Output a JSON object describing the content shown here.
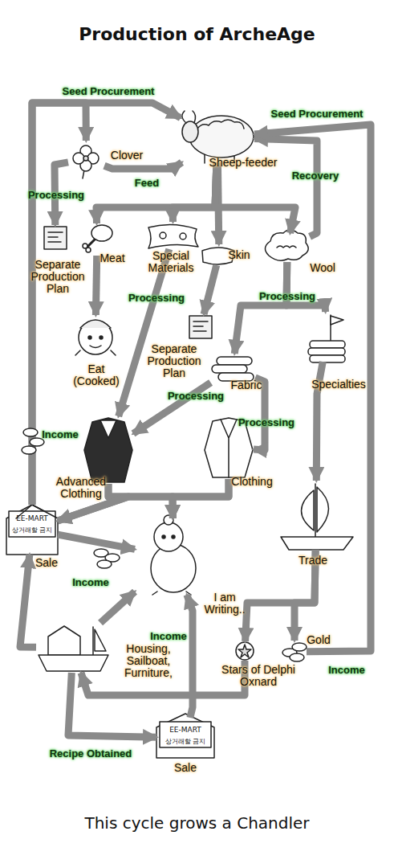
{
  "diagram": {
    "title": "Production of ArcheAge",
    "caption": "This cycle grows a Chandler",
    "nodes": [
      {
        "text": [
          "Clover"
        ]
      },
      {
        "text": [
          "Sheep-feeder"
        ]
      },
      {
        "text": [
          "Separate Production Plan"
        ]
      },
      {
        "text": [
          "Meat"
        ]
      },
      {
        "text": [
          "Special Materials"
        ]
      },
      {
        "text": [
          "Skin"
        ]
      },
      {
        "text": [
          "Wool"
        ]
      },
      {
        "text": [
          "Eat (Cooked)"
        ]
      },
      {
        "text": [
          "Separate Production Plan"
        ]
      },
      {
        "text": [
          "Fabric"
        ]
      },
      {
        "text": [
          "Specialties"
        ]
      },
      {
        "text": [
          "Advanced Clothing"
        ]
      },
      {
        "text": [
          "Clothing"
        ]
      },
      {
        "text": [
          "Trade"
        ]
      },
      {
        "text": [
          "EE-MART",
          "상거래할 금지",
          "Sale"
        ]
      },
      {
        "text": [
          "I am Writing.."
        ]
      },
      {
        "text": [
          "Housing, Sailboat, Furniture,"
        ]
      },
      {
        "text": [
          "Stars of Delphi Oxnard"
        ]
      },
      {
        "text": [
          "Gold"
        ]
      },
      {
        "text": [
          "EE-MART",
          "상거래할 금지",
          "Sale"
        ]
      }
    ],
    "edges": [
      {
        "from": 0,
        "to": 1,
        "arrow": "to",
        "label": "Feed"
      },
      {
        "from": 0,
        "to": 2,
        "arrow": "to",
        "label": "Processing"
      },
      {
        "from": 1,
        "to": 3,
        "arrow": "to"
      },
      {
        "from": 1,
        "to": 4,
        "arrow": "to"
      },
      {
        "from": 1,
        "to": 5,
        "arrow": "to"
      },
      {
        "from": 1,
        "to": 6,
        "arrow": "to"
      },
      {
        "from": 6,
        "to": 1,
        "arrow": "to",
        "label": "Recovery"
      },
      {
        "from": 3,
        "to": 7,
        "arrow": "to"
      },
      {
        "from": 5,
        "to": 8,
        "arrow": "to"
      },
      {
        "from": 4,
        "to": 11,
        "arrow": "to",
        "label": "Processing"
      },
      {
        "from": 6,
        "to": 9,
        "arrow": "to",
        "label": "Processing"
      },
      {
        "from": 6,
        "to": 10,
        "arrow": "to"
      },
      {
        "from": 9,
        "to": 11,
        "arrow": "to",
        "label": "Processing"
      },
      {
        "from": 9,
        "to": 12,
        "arrow": "to",
        "label": "Processing"
      },
      {
        "from": 10,
        "to": 13,
        "arrow": "to"
      },
      {
        "from": 11,
        "to": 15,
        "arrow": "to"
      },
      {
        "from": 12,
        "to": 15,
        "arrow": "to"
      },
      {
        "from": 11,
        "to": 14,
        "arrow": "to"
      },
      {
        "from": 12,
        "to": 14,
        "arrow": "to"
      },
      {
        "from": 14,
        "to": 0,
        "arrow": "to",
        "label": "Seed Procurement"
      },
      {
        "from": 14,
        "to": 1,
        "arrow": "to"
      },
      {
        "from": 14,
        "to": 15,
        "arrow": "to",
        "label": "Income"
      },
      {
        "from": 13,
        "to": 17,
        "arrow": "to"
      },
      {
        "from": 13,
        "to": 18,
        "arrow": "to"
      },
      {
        "from": 18,
        "to": 1,
        "arrow": "to",
        "label": "Seed Procurement"
      },
      {
        "from": 17,
        "to": 16,
        "arrow": "to"
      },
      {
        "from": 16,
        "to": 14,
        "arrow": "to"
      },
      {
        "from": 16,
        "to": 15,
        "arrow": "to"
      },
      {
        "from": 16,
        "to": 19,
        "arrow": "to",
        "label": "Recipe Obtained"
      },
      {
        "from": 19,
        "to": 15,
        "arrow": "to",
        "label": "Income"
      }
    ],
    "labels": [
      "Income",
      "Income"
    ]
  }
}
